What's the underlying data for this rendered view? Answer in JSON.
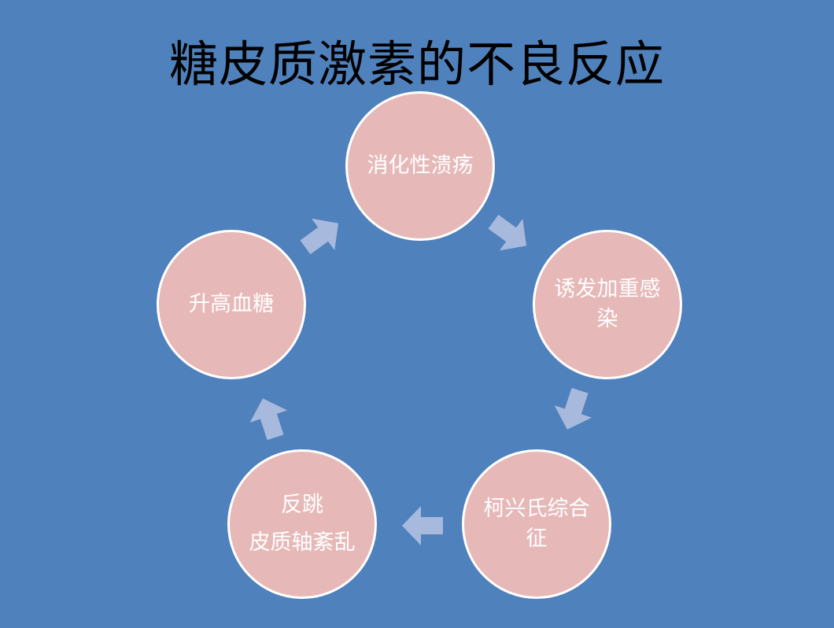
{
  "slide": {
    "title": "糖皮质激素的不良反应",
    "background_color": "#4f81bd",
    "node_color": "#e6b9b8",
    "arrow_color": "#a7b9dc"
  },
  "cycle": {
    "nodes": [
      {
        "id": "ulcer",
        "lines": [
          "消化性溃疡"
        ]
      },
      {
        "id": "infection",
        "lines": [
          "诱发加重感染"
        ]
      },
      {
        "id": "cushing",
        "lines": [
          "柯兴氏综合征"
        ]
      },
      {
        "id": "rebound",
        "lines": [
          "反跳",
          "皮质轴紊乱"
        ]
      },
      {
        "id": "glucose",
        "lines": [
          "升高血糖"
        ]
      }
    ],
    "arrow_icon": "block-arrow-icon"
  }
}
